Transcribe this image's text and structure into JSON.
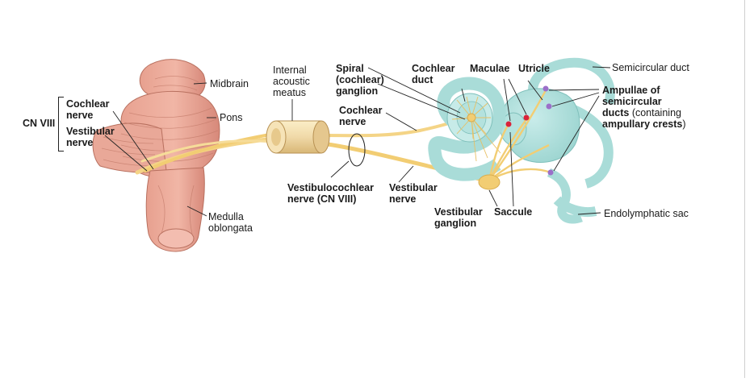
{
  "labels": {
    "midbrain": "Midbrain",
    "pons": "Pons",
    "medulla": [
      "Medulla",
      "oblongata"
    ],
    "cn8": "CN VIII",
    "cochlear_nerve_left": [
      "Cochlear",
      "nerve"
    ],
    "vestibular_nerve_left": [
      "Vestibular",
      "nerve"
    ],
    "internal_meatus": [
      "Internal",
      "acoustic",
      "meatus"
    ],
    "spiral_ganglion": [
      "Spiral",
      "(cochlear)",
      "ganglion"
    ],
    "cochlear_nerve_mid": [
      "Cochlear",
      "nerve"
    ],
    "cochlear_duct": [
      "Cochlear",
      "duct"
    ],
    "maculae": "Maculae",
    "utricle": "Utricle",
    "semicircular_duct": "Semicircular duct",
    "ampullae": [
      "Ampullae of",
      "semicircular",
      "ducts",
      " (containing",
      "ampullary crests",
      ")"
    ],
    "vestibulocochlear": [
      "Vestibulocochlear",
      "nerve (CN VIII)"
    ],
    "vestibular_nerve_mid": [
      "Vestibular",
      "nerve"
    ],
    "vestibular_ganglion": [
      "Vestibular",
      "ganglion"
    ],
    "saccule": "Saccule",
    "endolymphatic_sac": "Endolymphatic sac"
  },
  "colors": {
    "brainstem": "#e7a08f",
    "brainstem_dark": "#c9776a",
    "nerve": "#f4d486",
    "nerve_edge": "#d9ad4e",
    "labyrinth": "#a9dcd8",
    "labyrinth_edge": "#7fc0bb",
    "meatus": "#f0d9a8",
    "macula_dot": "#d9233a",
    "crest_dot": "#9b6fc9"
  }
}
